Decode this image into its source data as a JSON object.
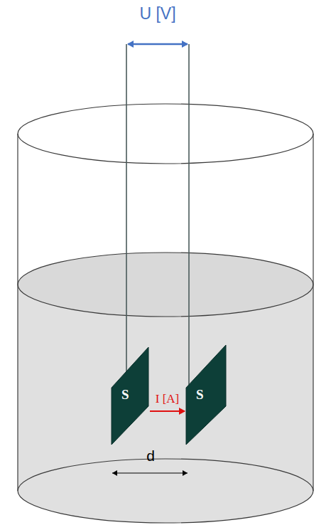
{
  "diagram": {
    "nodes": [
      {
        "text": [
          "S"
        ]
      },
      {
        "text": [
          "S"
        ]
      }
    ],
    "edges": [
      {
        "from": 0,
        "to": 1,
        "label": "I [A]",
        "arrow": "to"
      }
    ],
    "labels": [
      "U [V]",
      "d"
    ]
  }
}
